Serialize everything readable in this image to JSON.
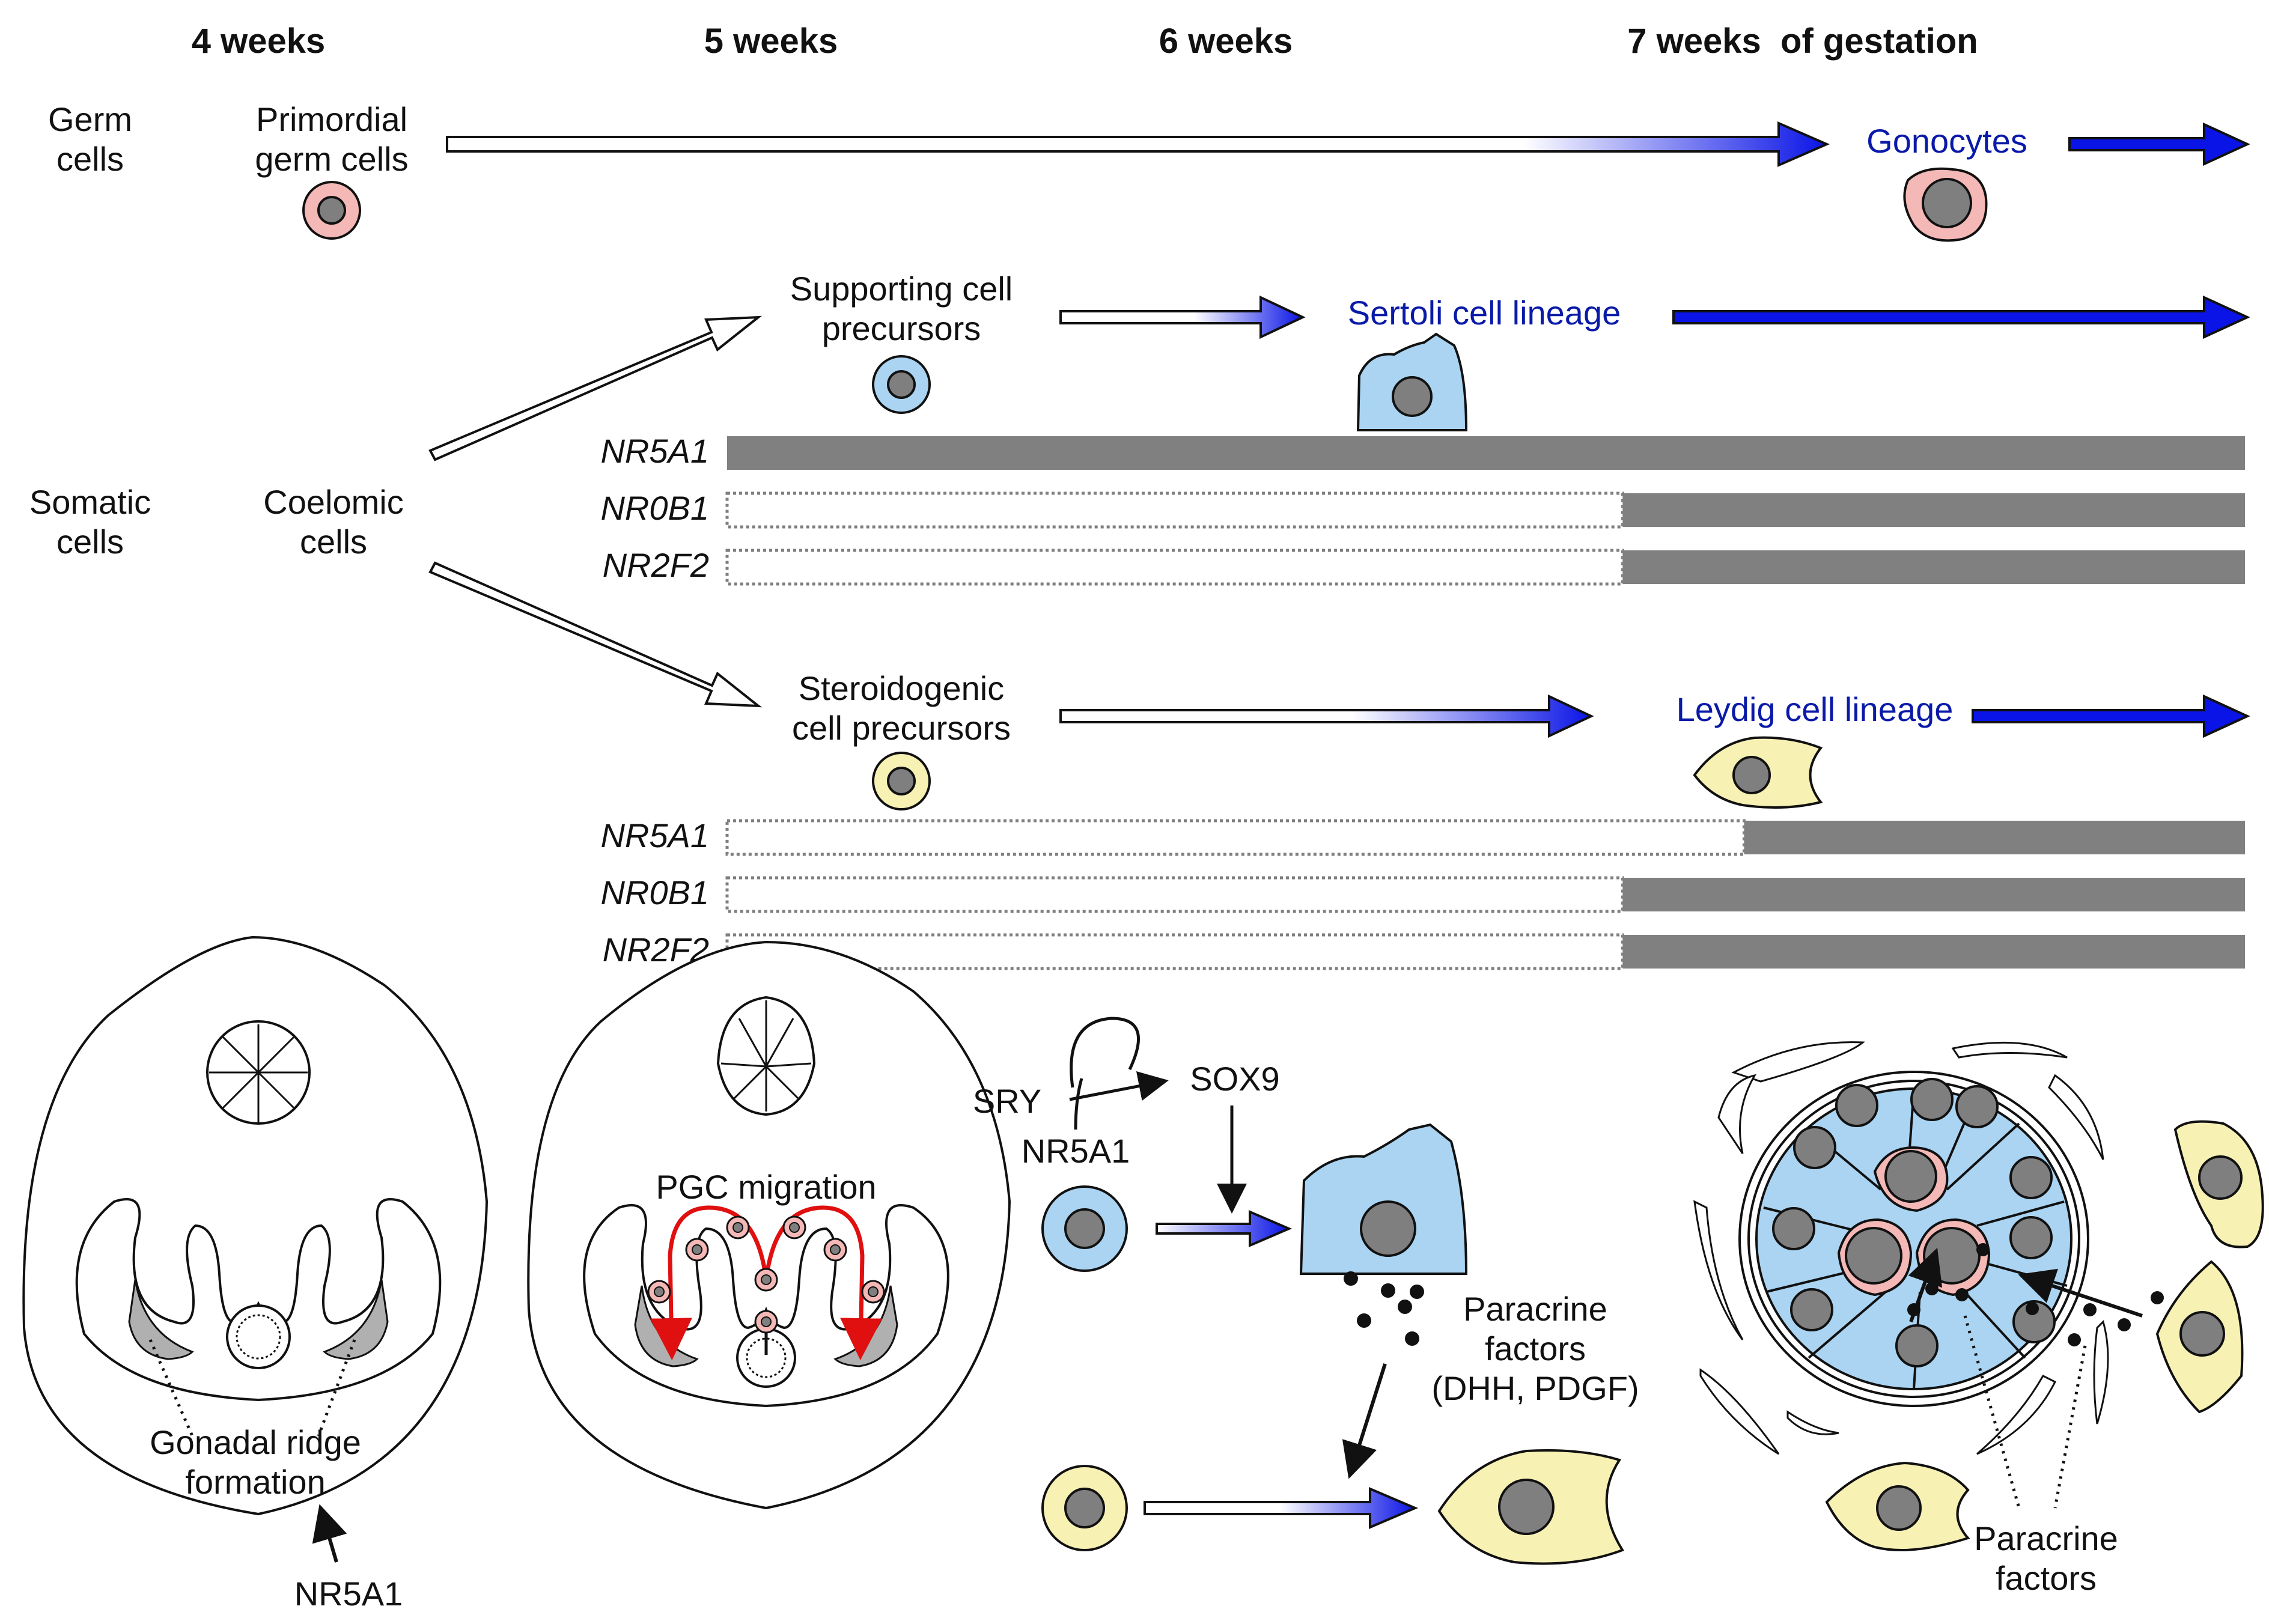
{
  "headers": {
    "week4": "4 weeks",
    "week5": "5 weeks",
    "week6": "6 weeks",
    "week7": "7 weeks  of gestation"
  },
  "row_labels": {
    "germ_cells": [
      "Germ",
      "cells"
    ],
    "somatic_cells": [
      "Somatic",
      "cells"
    ]
  },
  "cell_types": {
    "primordial_germ_cells": [
      "Primordial",
      "germ cells"
    ],
    "gonocytes": "Gonocytes",
    "coelomic_cells": [
      "Coelomic",
      "cells"
    ],
    "supporting_precursors": [
      "Supporting cell",
      "precursors"
    ],
    "sertoli_lineage": "Sertoli cell lineage",
    "steroidogenic_precursors": [
      "Steroidogenic",
      "cell precursors"
    ],
    "leydig_lineage": "Leydig cell lineage"
  },
  "gene_tracks": {
    "supporting": [
      {
        "gene": "NR5A1",
        "onset_fraction": 0.0
      },
      {
        "gene": "NR0B1",
        "onset_fraction": 0.59
      },
      {
        "gene": "NR2F2",
        "onset_fraction": 0.59
      }
    ],
    "steroidogenic": [
      {
        "gene": "NR5A1",
        "onset_fraction": 0.67
      },
      {
        "gene": "NR0B1",
        "onset_fraction": 0.59
      },
      {
        "gene": "NR2F2",
        "onset_fraction": 0.59
      }
    ]
  },
  "bottom": {
    "gonadal_ridge": [
      "Gonadal ridge",
      "formation"
    ],
    "nr5a1_arrow": "NR5A1",
    "pgc_migration": "PGC migration",
    "sry": "SRY",
    "sox9": "SOX9",
    "nr5a1": "NR5A1",
    "paracrine_dhh": [
      "Paracrine",
      "factors",
      "(DHH, PDGF)"
    ],
    "paracrine_cord": [
      "Paracrine",
      "factors"
    ]
  },
  "colors": {
    "arrow_blue": "#0a14e6",
    "label_blue": "#0a1aa8",
    "germ_pink": "#f4b8b6",
    "sertoli_blue": "#aad4f2",
    "leydig_yellow": "#f8f1b4",
    "bar_gray": "#808080",
    "nucleus_gray": "#7f7f7f",
    "migration_red": "#e01010"
  }
}
